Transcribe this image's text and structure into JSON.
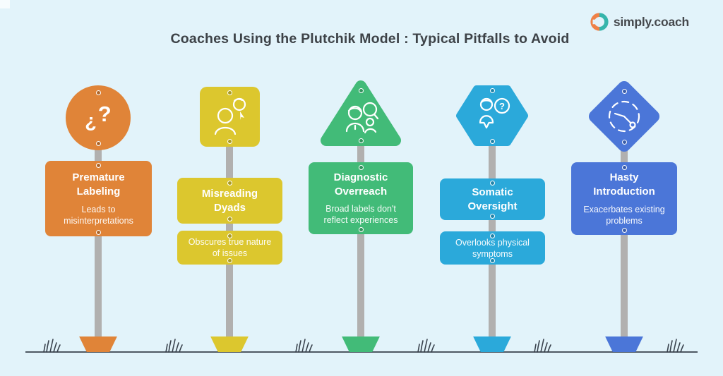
{
  "page": {
    "title": "Coaches Using the Plutchik Model : Typical Pitfalls to Avoid",
    "background_color": "#e2f3fa",
    "ground_color": "#39424d",
    "pole_color": "#b1b0af"
  },
  "brand": {
    "name": "simply.coach",
    "logo_orange": "#ef8147",
    "logo_teal": "#35b5ab",
    "text_color": "#45484c"
  },
  "pitfalls": [
    {
      "title": "Premature Labeling",
      "description": "Leads to misinterpretations",
      "color": "#e08438",
      "shape": "circle",
      "icon": "double-question-icon",
      "icon_glyph_open": "¿",
      "icon_glyph_close": "?"
    },
    {
      "title": "Misreading Dyads",
      "description": "Obscures true nature of issues",
      "color": "#dcc72e",
      "shape": "square",
      "icon": "misread-person-icon"
    },
    {
      "title": "Diagnostic Overreach",
      "description": "Broad labels don't reflect experiences",
      "color": "#42bb78",
      "shape": "triangle",
      "icon": "people-magnifier-icon"
    },
    {
      "title": "Somatic Oversight",
      "description": "Overlooks physical symptoms",
      "color": "#2ba9da",
      "shape": "hexagon",
      "icon": "person-question-icon",
      "icon_glyph": "?"
    },
    {
      "title": "Hasty Introduction",
      "description": "Exacerbates existing problems",
      "color": "#4b76d8",
      "shape": "diamond",
      "icon": "clock-icon"
    }
  ]
}
